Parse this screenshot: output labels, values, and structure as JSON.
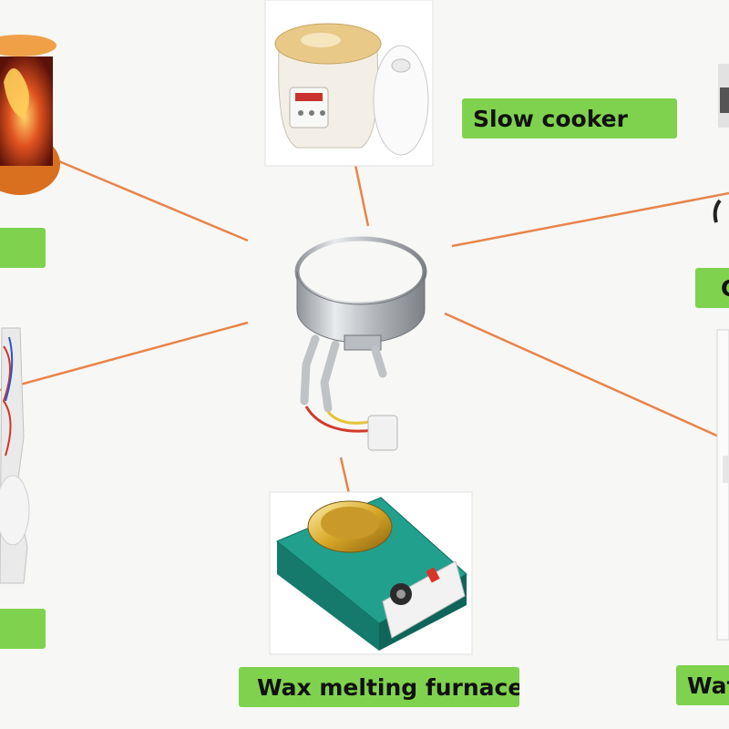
{
  "labels": {
    "slow_cooker": "Slow cooker",
    "wax_melting_furnace": "Wax melting furnace",
    "left_top": "",
    "left_bottom": "",
    "right_top": "C",
    "right_bottom": "Wat"
  },
  "colors": {
    "label_bg": "#7fd24e",
    "connector": "#e8844a",
    "heater_band": "#c9cccf",
    "furnace_body": "#1c8f80",
    "cooker_body": "#f3efe7"
  },
  "icons": {
    "center": "band-heater-icon",
    "slow_cooker": "slow-cooker-icon",
    "wax_furnace": "wax-melting-furnace-icon",
    "left_top": "heater-coil-icon",
    "left_bottom": "coffee-machine-icon",
    "right_top": "appliance-icon",
    "right_bottom": "water-heater-icon"
  }
}
